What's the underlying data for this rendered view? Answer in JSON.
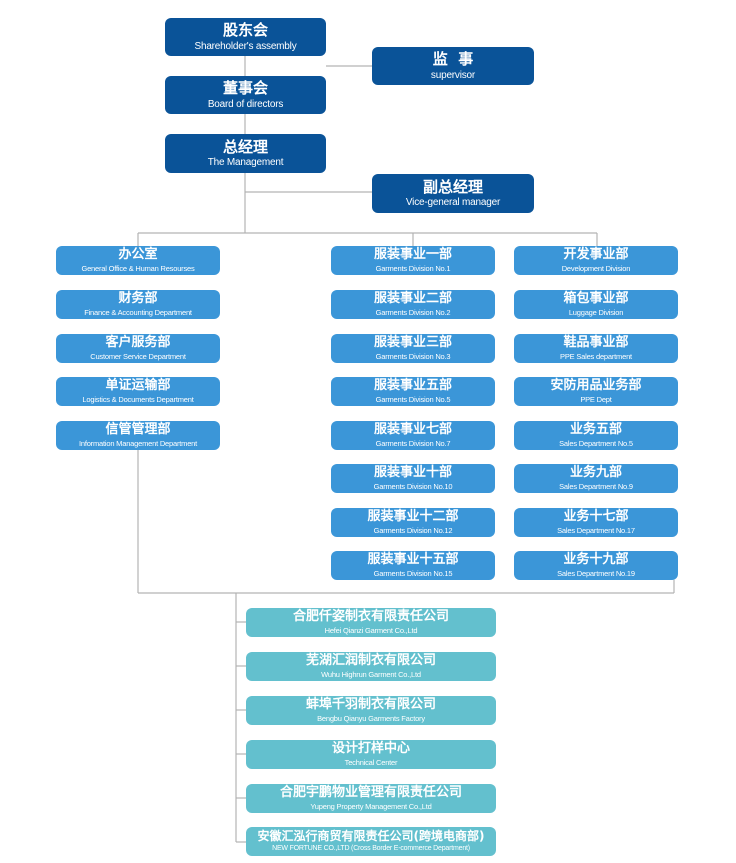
{
  "top": [
    {
      "cn": "股东会",
      "en": "Shareholder's assembly"
    },
    {
      "cn": "监  事",
      "en": "supervisor"
    },
    {
      "cn": "董事会",
      "en": "Board of directors"
    },
    {
      "cn": "总经理",
      "en": "The Management"
    },
    {
      "cn": "副总经理",
      "en": "Vice-general manager"
    }
  ],
  "left_column": [
    {
      "cn": "办公室",
      "en": "General Office & Human Resourses"
    },
    {
      "cn": "财务部",
      "en": "Finance & Accounting Department"
    },
    {
      "cn": "客户服务部",
      "en": "Customer Service Department"
    },
    {
      "cn": "单证运输部",
      "en": "Logistics & Documents Department"
    },
    {
      "cn": "信管管理部",
      "en": "Information Management Department"
    }
  ],
  "middle_column": [
    {
      "cn": "服装事业一部",
      "en": "Garments Division No.1"
    },
    {
      "cn": "服装事业二部",
      "en": "Garments Division No.2"
    },
    {
      "cn": "服装事业三部",
      "en": "Garments Division No.3"
    },
    {
      "cn": "服装事业五部",
      "en": "Garments Division No.5"
    },
    {
      "cn": "服装事业七部",
      "en": "Garments Division No.7"
    },
    {
      "cn": "服装事业十部",
      "en": "Garments Division No.10"
    },
    {
      "cn": "服装事业十二部",
      "en": "Garments Division No.12"
    },
    {
      "cn": "服装事业十五部",
      "en": "Garments Division No.15"
    }
  ],
  "right_column": [
    {
      "cn": "开发事业部",
      "en": "Development Division"
    },
    {
      "cn": "箱包事业部",
      "en": "Luggage Division"
    },
    {
      "cn": "鞋品事业部",
      "en": "PPE Sales department"
    },
    {
      "cn": "安防用品业务部",
      "en": "PPE Dept"
    },
    {
      "cn": "业务五部",
      "en": "Sales Department No.5"
    },
    {
      "cn": "业务九部",
      "en": "Sales Department No.9"
    },
    {
      "cn": "业务十七部",
      "en": "Sales Department No.17"
    },
    {
      "cn": "业务十九部",
      "en": "Sales Department No.19"
    }
  ],
  "subsidiaries": [
    {
      "cn": "合肥仟姿制衣有限责任公司",
      "en": "Hefei Qianzi Garment Co.,Ltd"
    },
    {
      "cn": "芜湖汇润制衣有限公司",
      "en": "Wuhu Highrun Garment Co.,Ltd"
    },
    {
      "cn": "蚌埠千羽制衣有限公司",
      "en": "Bengbu Qianyu Garments Factory"
    },
    {
      "cn": "设计打样中心",
      "en": "Technical Center"
    },
    {
      "cn": "合肥宇鹏物业管理有限责任公司",
      "en": "Yupeng Property Management Co.,Ltd"
    },
    {
      "cn": "安徽汇泓行商贸有限责任公司(跨境电商部)",
      "en": "NEW FORTUNE CO.,LTD (Cross Border E-commerce Department)"
    }
  ],
  "colors": {
    "dark": "#0a5398",
    "blue": "#3b96d8",
    "teal": "#63c0ce",
    "line": "#b3b3b3"
  }
}
